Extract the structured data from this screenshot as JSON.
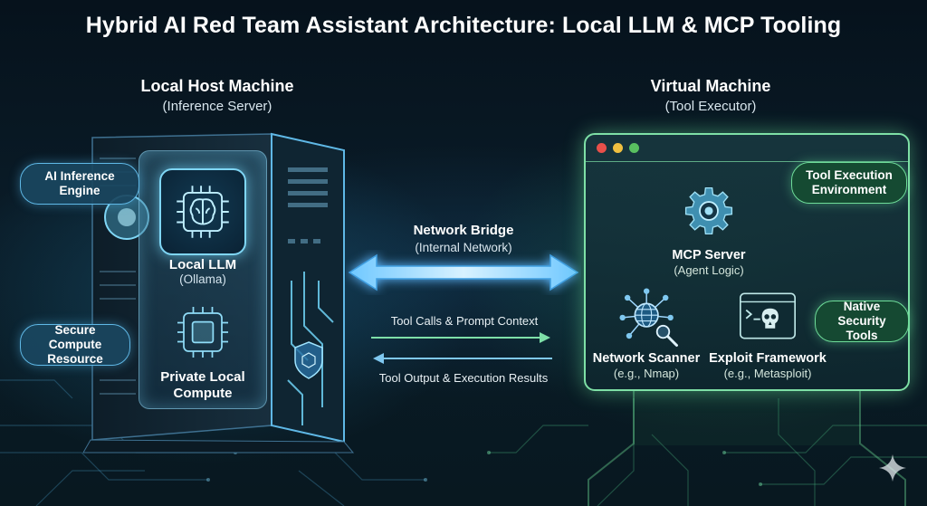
{
  "title": "Hybrid AI Red Team Assistant Architecture: Local LLM & MCP Tooling",
  "host": {
    "heading": "Local Host Machine",
    "subheading": "(Inference Server)",
    "callouts": {
      "inference_engine": "AI Inference Engine",
      "secure_compute": "Secure Compute Resource"
    },
    "llm": {
      "label": "Local LLM",
      "sub": "(Ollama)"
    },
    "compute": {
      "label": "Private Local Compute"
    }
  },
  "bridge": {
    "label": "Network Bridge",
    "sub": "(Internal Network)",
    "outbound": "Tool Calls & Prompt Context",
    "inbound": "Tool Output & Execution Results"
  },
  "vm": {
    "heading": "Virtual Machine",
    "subheading": "(Tool Executor)",
    "callouts": {
      "tool_env": "Tool Execution Environment",
      "native_tools": "Native Security Tools"
    },
    "mcp": {
      "label": "MCP Server",
      "sub": "(Agent Logic)"
    },
    "scanner": {
      "label": "Network Scanner",
      "sub": "(e.g., Nmap)"
    },
    "exploit": {
      "label": "Exploit Framework",
      "sub": "(e.g., Metasploit)"
    }
  },
  "colors": {
    "host_accent": "#5fb8e6",
    "vm_accent": "#7ee0a6",
    "bridge_arrow": "#8fd4ff",
    "window_dots": [
      "#e8504a",
      "#f0c040",
      "#59c060"
    ]
  },
  "icons": [
    "brain-chip-icon",
    "cpu-chip-icon",
    "shield-icon",
    "gear-icon",
    "globe-network-icon",
    "magnifier-icon",
    "skull-terminal-icon",
    "sparkle-icon"
  ]
}
